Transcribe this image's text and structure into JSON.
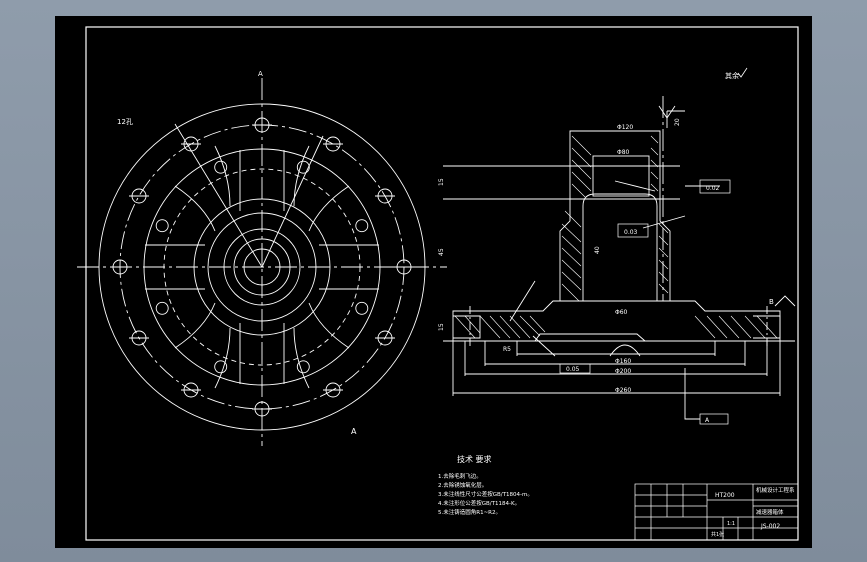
{
  "drawing": {
    "material": "HT200",
    "roughness_note": "其余",
    "tech_requirements": {
      "title": "技术 要求",
      "items": [
        "1.去除毛刺飞边。",
        "2.去除锈蚀氧化层。",
        "3.未注线性尺寸公差按GB/T1804-m。",
        "4.未注形位公差按GB/T1184-K。",
        "5.未注铸造圆角R1~R2。"
      ]
    },
    "title_block": {
      "company": "机械设计工程系",
      "part_name": "减速器箱体",
      "drawing_no": "JS-002",
      "scale": "1:1",
      "sheet": "共1张"
    },
    "labels": {
      "holes": "12孔",
      "section_mark_top": "A",
      "section_mark_bottom": "A",
      "datum_b": "B",
      "datum_a": "A"
    },
    "dims": {
      "d1": "Φ260",
      "d2": "Φ200",
      "d3": "Φ160",
      "d4": "Φ120",
      "d5": "Φ80",
      "d6": "Φ60",
      "h1": "15",
      "h2": "45",
      "h3": "15",
      "h4": "40",
      "h5": "20",
      "r1": "R5",
      "tol1": "0.02",
      "tol2": "0.03",
      "tol3": "0.05"
    }
  }
}
